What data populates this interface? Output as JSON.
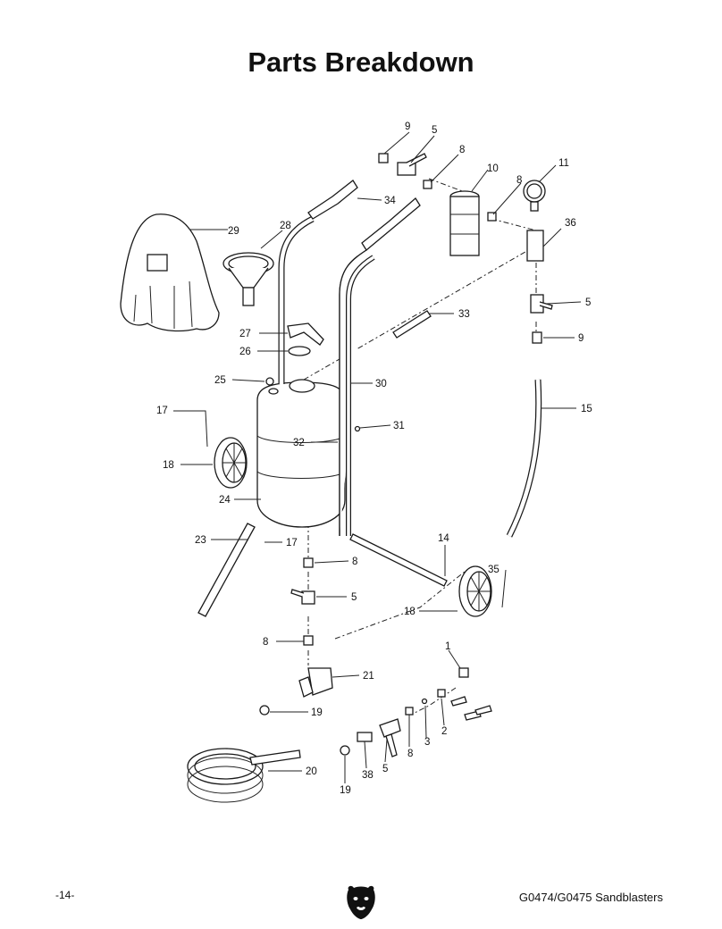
{
  "page": {
    "title": "Parts Breakdown",
    "page_number": "-14-",
    "footer_title": "G0474/G0475 Sandblasters"
  },
  "callouts": {
    "c9a": "9",
    "c5a": "5",
    "c8a": "8",
    "c10": "10",
    "c11": "11",
    "c8b": "8",
    "c36": "36",
    "c34": "34",
    "c29": "29",
    "c28": "28",
    "c5b": "5",
    "c33": "33",
    "c9b": "9",
    "c27": "27",
    "c26": "26",
    "c25": "25",
    "c30": "30",
    "c17a": "17",
    "c15": "15",
    "c31": "31",
    "c32": "32",
    "c18a": "18",
    "c24": "24",
    "c23": "23",
    "c17b": "17",
    "c14": "14",
    "c35": "35",
    "c8c": "8",
    "c5c": "5",
    "c18b": "18",
    "c8d": "8",
    "c1": "1",
    "c21": "21",
    "c19a": "19",
    "c2": "2",
    "c3": "3",
    "c8e": "8",
    "c5d": "5",
    "c38": "38",
    "c20": "20",
    "c19b": "19"
  },
  "icons": {
    "logo": "grizzly-bear-logo-icon"
  }
}
